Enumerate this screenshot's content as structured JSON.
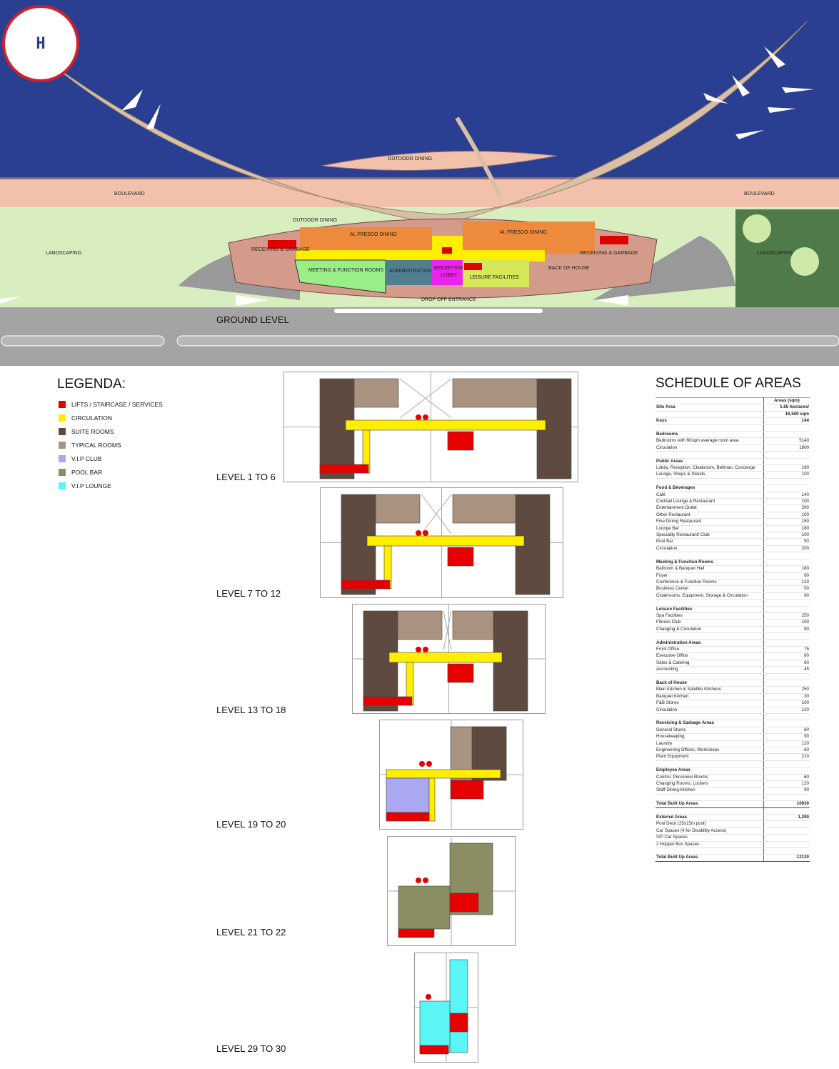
{
  "site_plan": {
    "badge": "H",
    "labels": {
      "outdoor_dining_top": "OUTDOOR DINING",
      "boulevard_left": "BOULEVARD",
      "boulevard_right": "BOULEVARD",
      "outdoor_dining": "OUTDOOR DINING",
      "al_fresco_left": "AL FRESCO DINING",
      "al_fresco_right": "AL FRESCO DINING",
      "landscaping_left": "LANDSCAPING",
      "landscaping_right": "LANDSCAPING",
      "receiving_left": "RECEIVING & GARBAGE",
      "receiving_right": "RECEIVING & GARBAGE",
      "meeting": "MEETING & FUNCTION ROOMS",
      "administration": "ADMINISTRATION",
      "reception": "RECEPTION",
      "lobby": "LOBBY",
      "leisure": "LEISURE FACILITIES",
      "back_of_house": "BACK OF HOUSE",
      "drop_off": "DROP OFF ENTRANCE"
    },
    "title": "GROUND LEVEL"
  },
  "legend": {
    "title": "LEGENDA:",
    "items": [
      {
        "label": "LIFTS / STAIRCASE / SERVICES",
        "color": "#e60000"
      },
      {
        "label": "CIRCULATION",
        "color": "#ffee00"
      },
      {
        "label": "SUITE ROOMS",
        "color": "#5e4a3e"
      },
      {
        "label": "TYPICAL ROOMS",
        "color": "#a99380"
      },
      {
        "label": "V.I.P CLUB",
        "color": "#a9a8f0"
      },
      {
        "label": "POOL BAR",
        "color": "#8a8e62"
      },
      {
        "label": "V.I.P LOUNGE",
        "color": "#5cf5f5"
      }
    ]
  },
  "levels": [
    "LEVEL 1 TO 6",
    "LEVEL 7 TO 12",
    "LEVEL 13 TO 18",
    "LEVEL 19 TO 20",
    "LEVEL 21 TO 22",
    "LEVEL 29 TO 30"
  ],
  "schedule": {
    "title": "SCHEDULE OF AREAS",
    "column_header": "Areas (sqm)",
    "rows": [
      {
        "type": "h",
        "label": "Site Area",
        "value": "1.65 hectares/"
      },
      {
        "type": "h",
        "label": "",
        "value": "16,500 sqm"
      },
      {
        "type": "h",
        "label": "Keys",
        "value": "144"
      },
      {
        "type": "b",
        "label": "",
        "value": ""
      },
      {
        "type": "h",
        "label": "Bedrooms",
        "value": ""
      },
      {
        "type": "r",
        "label": "Bedrooms with 60sqm average room area",
        "value": "5140"
      },
      {
        "type": "r",
        "label": "Circulation",
        "value": "1800"
      },
      {
        "type": "b",
        "label": "",
        "value": ""
      },
      {
        "type": "h",
        "label": "Public Areas",
        "value": ""
      },
      {
        "type": "r",
        "label": "Lobby, Reception, Cloakroom, Bellman, Concierge",
        "value": "180"
      },
      {
        "type": "r",
        "label": "Lounge, Shops & Stands",
        "value": "100"
      },
      {
        "type": "b",
        "label": "",
        "value": ""
      },
      {
        "type": "h",
        "label": "Food & Beverages",
        "value": ""
      },
      {
        "type": "r",
        "label": "Café",
        "value": "140"
      },
      {
        "type": "r",
        "label": "Cocktail Lounge & Restaurant",
        "value": "100"
      },
      {
        "type": "r",
        "label": "Entertainment Outlet",
        "value": "200"
      },
      {
        "type": "r",
        "label": "Other Restaurant",
        "value": "100"
      },
      {
        "type": "r",
        "label": "Fine Dining Restaurant",
        "value": "150"
      },
      {
        "type": "r",
        "label": "Lounge Bar",
        "value": "180"
      },
      {
        "type": "r",
        "label": "Speciality Restaurant/ Club",
        "value": "100"
      },
      {
        "type": "r",
        "label": "Pool Bar",
        "value": "50"
      },
      {
        "type": "r",
        "label": "Circulation",
        "value": "200"
      },
      {
        "type": "b",
        "label": "",
        "value": ""
      },
      {
        "type": "h",
        "label": "Meeting & Function Rooms",
        "value": ""
      },
      {
        "type": "r",
        "label": "Ballroom & Banquet Hall",
        "value": "180"
      },
      {
        "type": "r",
        "label": "Foyer",
        "value": "60"
      },
      {
        "type": "r",
        "label": "Conference & Function Rooms",
        "value": "120"
      },
      {
        "type": "r",
        "label": "Business Center",
        "value": "50"
      },
      {
        "type": "r",
        "label": "Cloakrooms, Equipment, Storage & Circulation",
        "value": "90"
      },
      {
        "type": "b",
        "label": "",
        "value": ""
      },
      {
        "type": "h",
        "label": "Leisure Facilities",
        "value": ""
      },
      {
        "type": "r",
        "label": "Spa Facilities",
        "value": "250"
      },
      {
        "type": "r",
        "label": "Fitness Club",
        "value": "100"
      },
      {
        "type": "r",
        "label": "Changing & Circulation",
        "value": "90"
      },
      {
        "type": "b",
        "label": "",
        "value": ""
      },
      {
        "type": "h",
        "label": "Administration Areas",
        "value": ""
      },
      {
        "type": "r",
        "label": "Front Office",
        "value": "75"
      },
      {
        "type": "r",
        "label": "Executive Office",
        "value": "60"
      },
      {
        "type": "r",
        "label": "Sales & Catering",
        "value": "60"
      },
      {
        "type": "r",
        "label": "Accounting",
        "value": "45"
      },
      {
        "type": "b",
        "label": "",
        "value": ""
      },
      {
        "type": "h",
        "label": "Back of House",
        "value": ""
      },
      {
        "type": "r",
        "label": "Main Kitchen & Satellite Kitchens",
        "value": "250"
      },
      {
        "type": "r",
        "label": "Banquet Kitchen",
        "value": "30"
      },
      {
        "type": "r",
        "label": "F&B Stores",
        "value": "100"
      },
      {
        "type": "r",
        "label": "Circulation",
        "value": "120"
      },
      {
        "type": "b",
        "label": "",
        "value": ""
      },
      {
        "type": "h",
        "label": "Receiving & Garbage Areas",
        "value": ""
      },
      {
        "type": "r",
        "label": "General Stores",
        "value": "60"
      },
      {
        "type": "r",
        "label": "Housekeeping",
        "value": "90"
      },
      {
        "type": "r",
        "label": "Laundry",
        "value": "120"
      },
      {
        "type": "r",
        "label": "Engineering Offices, Workshops",
        "value": "60"
      },
      {
        "type": "r",
        "label": "Plant Equipment",
        "value": "210"
      },
      {
        "type": "b",
        "label": "",
        "value": ""
      },
      {
        "type": "h",
        "label": "Employee Areas",
        "value": ""
      },
      {
        "type": "r",
        "label": "Control, Personnel Rooms",
        "value": "60"
      },
      {
        "type": "r",
        "label": "Changing Rooms, Lockers",
        "value": "120"
      },
      {
        "type": "r",
        "label": "Staff Dining-Kitchen",
        "value": "90"
      },
      {
        "type": "b",
        "label": "",
        "value": ""
      },
      {
        "type": "t",
        "label": "Total Built Up Areas",
        "value": "10930"
      },
      {
        "type": "b",
        "label": "",
        "value": ""
      },
      {
        "type": "h",
        "label": "External Areas",
        "value": "1,200"
      },
      {
        "type": "r",
        "label": "Pool Deck (25x15m pool)",
        "value": ""
      },
      {
        "type": "r",
        "label": "Car Spaces (4 for Disability Access)",
        "value": ""
      },
      {
        "type": "r",
        "label": "VIP Car Spaces",
        "value": ""
      },
      {
        "type": "r",
        "label": "2 Hopper Bus Spaces",
        "value": ""
      },
      {
        "type": "b",
        "label": "",
        "value": ""
      },
      {
        "type": "t",
        "label": "Total Built Up Areas",
        "value": "12130"
      }
    ]
  }
}
